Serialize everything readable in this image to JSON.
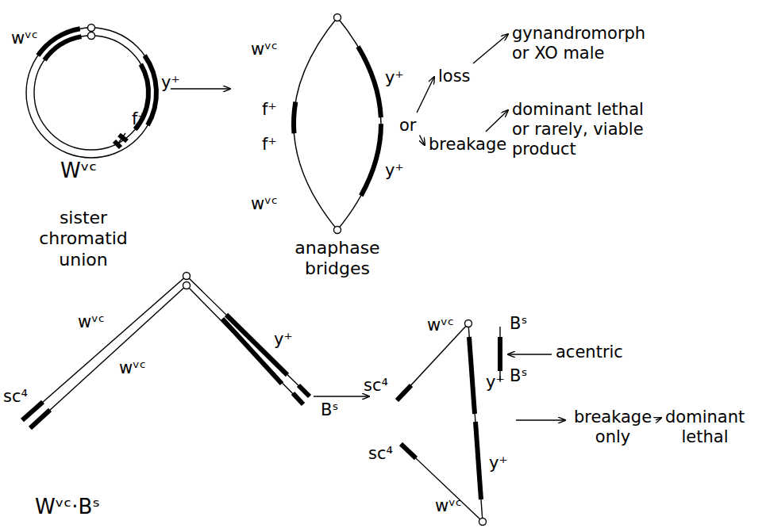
{
  "diagram": {
    "nodes": [
      {
        "text": [
          "or"
        ]
      },
      {
        "text": [
          "loss"
        ]
      },
      {
        "text": [
          "breakage"
        ]
      },
      {
        "text": [
          "gynandromorph or XO male"
        ]
      },
      {
        "text": [
          "dominant lethal or rarely, viable product"
        ]
      },
      {
        "text": [
          "breakage only"
        ]
      },
      {
        "text": [
          "dominant lethal"
        ]
      }
    ],
    "edges": [
      {
        "from": 0,
        "to": 1,
        "arrow": "to"
      },
      {
        "from": 0,
        "to": 2,
        "arrow": "to"
      },
      {
        "from": 1,
        "to": 3,
        "arrow": "to"
      },
      {
        "from": 2,
        "to": 4,
        "arrow": "to"
      },
      {
        "from": 5,
        "to": 6,
        "arrow": "to"
      }
    ],
    "labels": [
      "wᵛᶜ",
      "y⁺",
      "f⁺",
      "Wᵛᶜ",
      "sister chromatid union",
      "wᵛᶜ",
      "f⁺",
      "f⁺",
      "wᵛᶜ",
      "y⁺",
      "y⁺",
      "anaphase bridges",
      "sc⁴",
      "wᵛᶜ",
      "wᵛᶜ",
      "y⁺",
      "Bˢ",
      "Wᵛᶜ·Bˢ",
      "wᵛᶜ",
      "sc⁴",
      "sc⁴",
      "wᵛᶜ",
      "y⁺",
      "y⁺",
      "Bˢ",
      "Bˢ",
      "acentric"
    ]
  }
}
